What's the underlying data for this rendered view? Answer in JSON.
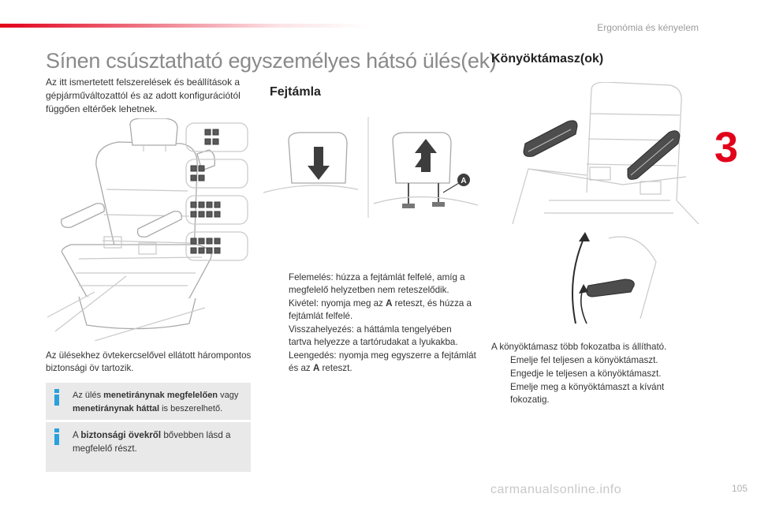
{
  "header": {
    "section_label": "Ergonómia és kényelem",
    "chapter_number": "3",
    "page_number": "105"
  },
  "left": {
    "title": "Sínen csúsztatható egyszemélyes hátsó ülés(ek)",
    "intro": "Az itt ismertetett felszerelések és beállítások a gépjárműváltozattól és az adott konfigurációtól függően eltérőek lehetnek.",
    "seatbelt_note": "Az ülésekhez övtekercselővel ellátott hárompontos biztonsági öv tartozik.",
    "info1": {
      "t1": "Az ülés ",
      "b1": "menetiránynak megfelelően",
      "t2": " vagy ",
      "b2": "menetiránynak háttal",
      "t3": " is beszerelhető."
    },
    "info2": {
      "t1": "A ",
      "b1": "biztonsági övekről",
      "t2": " bővebben lásd a megfelelő részt."
    }
  },
  "middle": {
    "heading": "Fejtámla",
    "callout_a": "A",
    "bullet_mark": "",
    "b1": "Felemelés: húzza a fejtámlát felfelé, amíg a megfelelő helyzetben nem reteszelődik.",
    "b2_t1": "Kivétel: nyomja meg az ",
    "b2_b": "A",
    "b2_t2": " reteszt, és húzza a fejtámlát felfelé.",
    "b3": "Visszahelyezés: a háttámla tengelyében tartva helyezze a tartórudakat a lyukakba.",
    "b4_t1": "Leengedés: nyomja meg egyszerre a fejtámlát és az ",
    "b4_b": "A",
    "b4_t2": " reteszt."
  },
  "right": {
    "heading": "Könyöktámasz(ok)",
    "intro": "A könyöktámasz több fokozatba is állítható.",
    "b1": "Emelje fel teljesen a könyöktámaszt.",
    "b2": "Engedje le teljesen a könyöktámaszt.",
    "b3": "Emelje meg a könyöktámaszt a kívánt fokozatig."
  },
  "watermark": "carmanualsonline.info",
  "colors": {
    "accent_red": "#e2001a",
    "info_blue": "#2aa1dc",
    "title_gray": "#8a8a8a"
  }
}
